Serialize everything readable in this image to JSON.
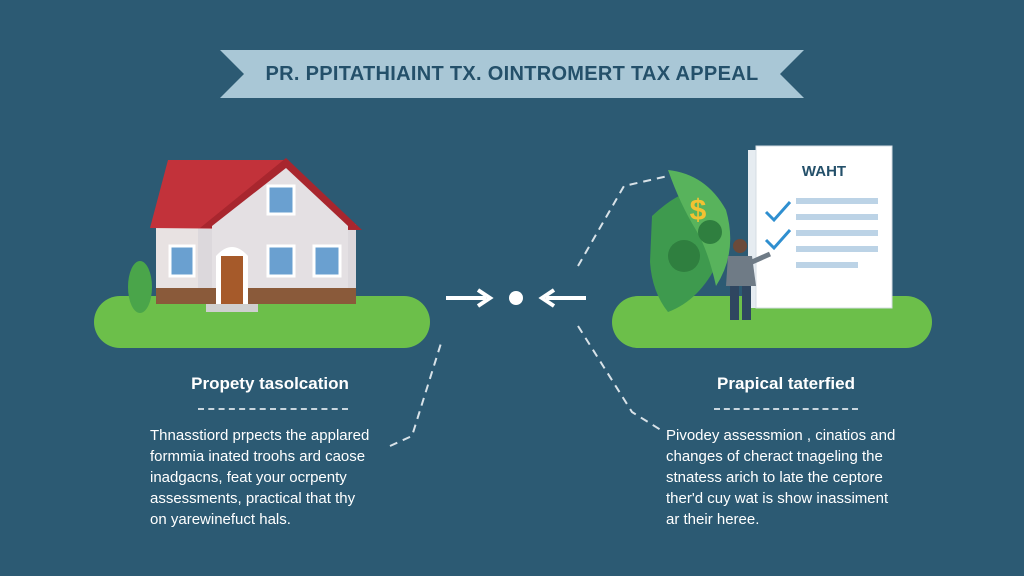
{
  "banner": {
    "title": "PR. PPITATHIAINT TX. OINTROMERT TAX APPEAL"
  },
  "document": {
    "heading": "WAHT"
  },
  "money_symbol": "$",
  "left_panel": {
    "title": "Propety tasolcation",
    "lines": [
      "Thnasstiord prpects the applared",
      "formmia inated troohs ard caose",
      "inadgacns, feat your ocrpenty",
      "assessments, practical that thy",
      "on yarewinefuct hals."
    ]
  },
  "right_panel": {
    "title": "Prapical taterfied",
    "lines": [
      "Pivodey assessmion , cinatios and",
      "changes of cheract tnageling the",
      "stnatess arich to late the ceptore",
      "ther'd cuy wat is show inassiment",
      "ar their heree."
    ]
  },
  "colors": {
    "background": "#2c5a73",
    "banner": "#a9c7d6",
    "ground": "#6cbf4a",
    "roof": "#c2323a",
    "money": "#3e9a4e",
    "check": "#2f8fd0"
  }
}
